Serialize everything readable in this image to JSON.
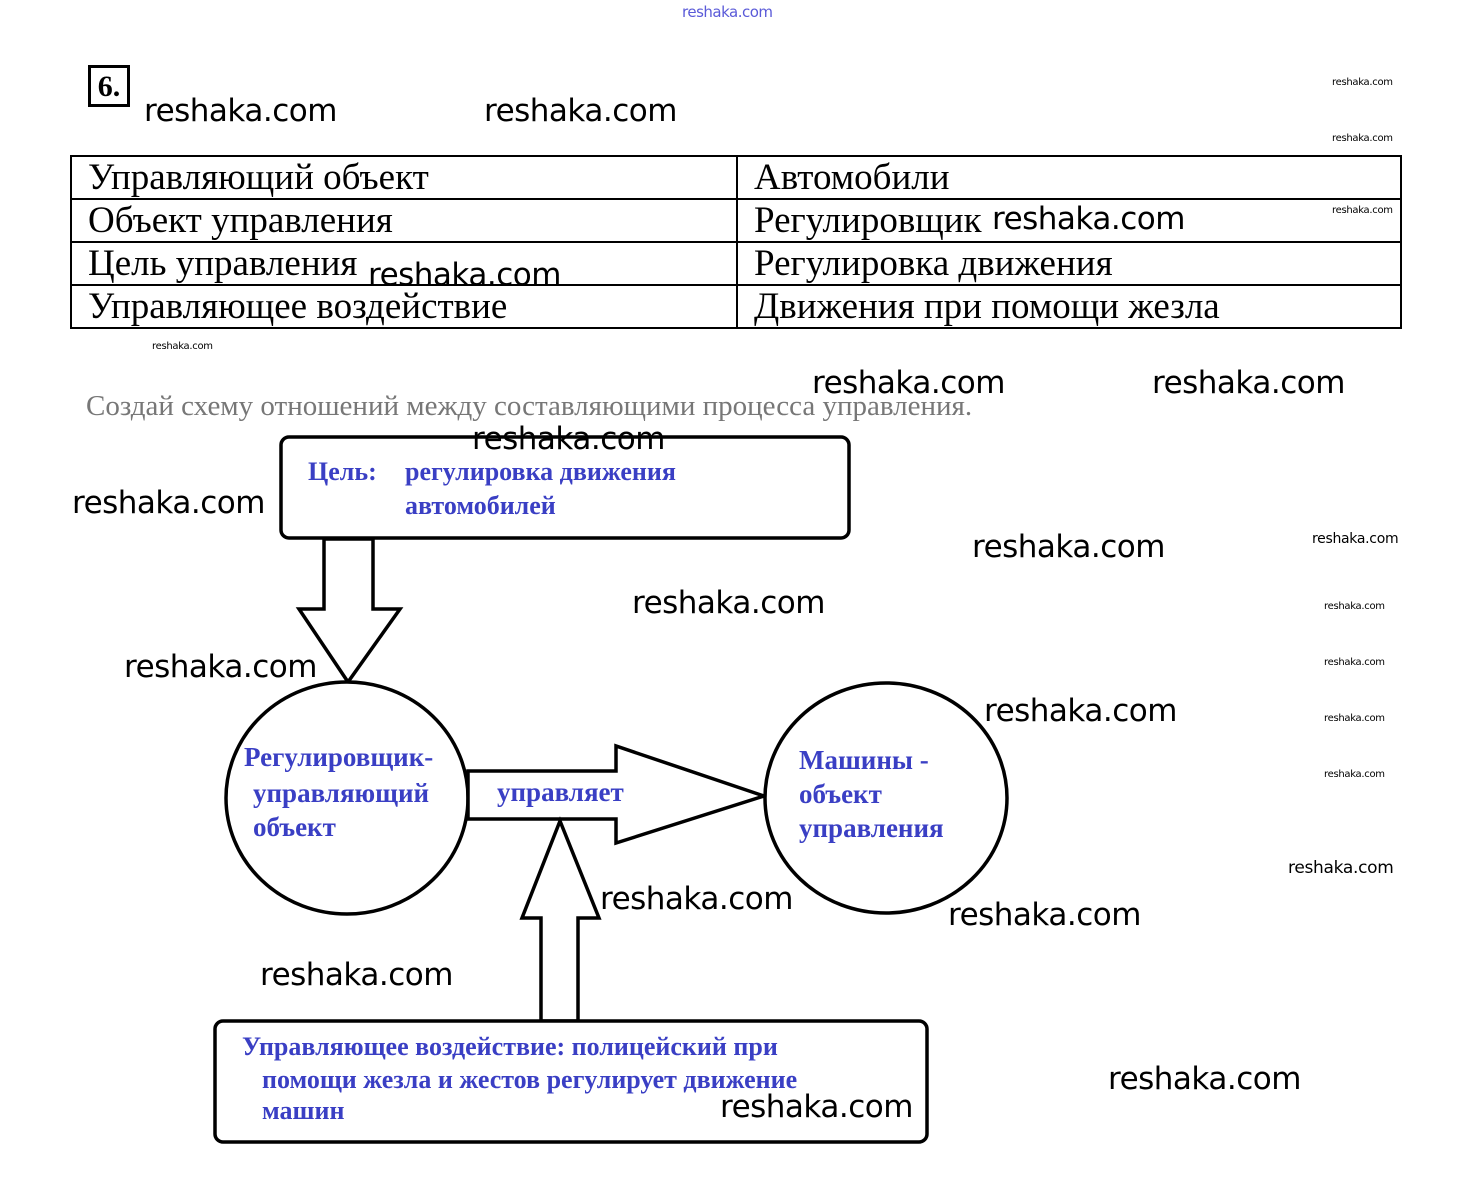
{
  "header": {
    "site_watermark": "reshaka.com",
    "task_number": "6."
  },
  "table": {
    "rows": [
      {
        "term": "Управляющий объект",
        "answer": "Автомобили"
      },
      {
        "term": "Объект управления",
        "answer": "Регулировщик"
      },
      {
        "term": "Цель управления",
        "answer": "Регулировка движения"
      },
      {
        "term": "Управляющее воздействие",
        "answer": "Движения при помощи жезла"
      }
    ]
  },
  "instruction": "Создай схему отношений между составляющими процесса управления.",
  "diagram": {
    "goal_box": {
      "label": "Цель:",
      "line1": "регулировка движения",
      "line2": "автомобилей"
    },
    "controller_circle": {
      "line1": "Регулировщик-",
      "line2": "управляющий",
      "line3": "объект"
    },
    "action_arrow_label": "управляет",
    "object_circle": {
      "line1": "Машины -",
      "line2": "объект",
      "line3": "управления"
    },
    "influence_box": {
      "line1": "Управляющее воздействие: полицейский при",
      "line2": "помощи  жезла и жестов регулирует движение",
      "line3": "машин"
    },
    "text_color": "#3a3fc4"
  },
  "watermarks": {
    "text": "reshaka.com"
  }
}
